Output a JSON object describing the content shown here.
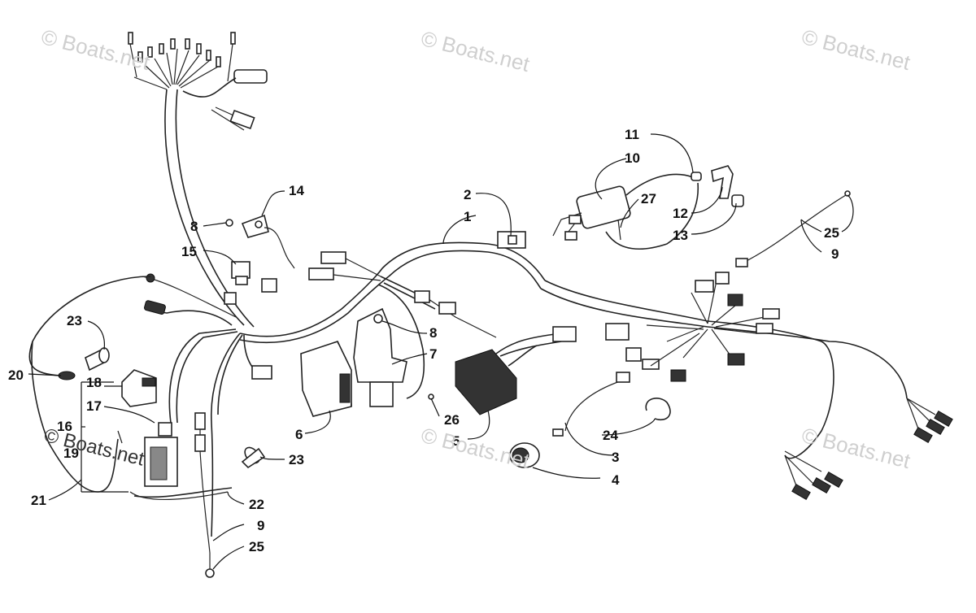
{
  "watermarks": [
    {
      "text": "© Boats.net"
    },
    {
      "text": "© Boats.net"
    },
    {
      "text": "© Boats.net"
    },
    {
      "text": "© Boats.net"
    },
    {
      "text": "© Boats.net"
    },
    {
      "text": "© Boats.net"
    }
  ],
  "callouts": {
    "c1": "1",
    "c2": "2",
    "c3": "3",
    "c4": "4",
    "c5": "5",
    "c6": "6",
    "c7": "7",
    "c8a": "8",
    "c8b": "8",
    "c9a": "9",
    "c9b": "9",
    "c10": "10",
    "c11": "11",
    "c12": "12",
    "c13": "13",
    "c14": "14",
    "c15": "15",
    "c16": "16",
    "c17": "17",
    "c18": "18",
    "c19": "19",
    "c20": "20",
    "c21": "21",
    "c22": "22",
    "c23a": "23",
    "c23b": "23",
    "c24": "24",
    "c25a": "25",
    "c25b": "25",
    "c26": "26",
    "c27": "27"
  }
}
